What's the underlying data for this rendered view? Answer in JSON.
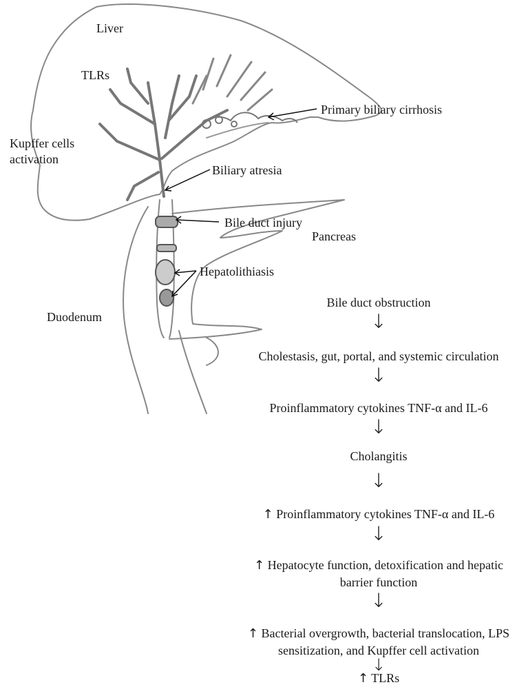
{
  "labels": {
    "liver": "Liver",
    "tlrs": "TLRs",
    "kupffer_line1": "Kupffer cells",
    "kupffer_line2": "activation",
    "primary_biliary_cirrhosis": "Primary biliary cirrhosis",
    "biliary_atresia": "Biliary atresia",
    "bile_duct_injury": "Bile duct injury",
    "pancreas": "Pancreas",
    "hepatolithiasis": "Hepatolithiasis",
    "duodenum": "Duodenum"
  },
  "flow": {
    "arrow_symbol": "↓",
    "up_symbol": "↑",
    "steps": [
      "Bile duct obstruction",
      "Cholestasis, gut, portal, and systemic circulation",
      "Proinflammatory cytokines TNF-α and IL-6",
      "Cholangitis",
      "Proinflammatory cytokines TNF-α and IL-6",
      "Hepatocyte function, detoxification and hepatic",
      "barrier function",
      "Bacterial overgrowth, bacterial translocation, LPS",
      "sensitization, and Kupffer cell activation",
      "TLRs"
    ]
  }
}
